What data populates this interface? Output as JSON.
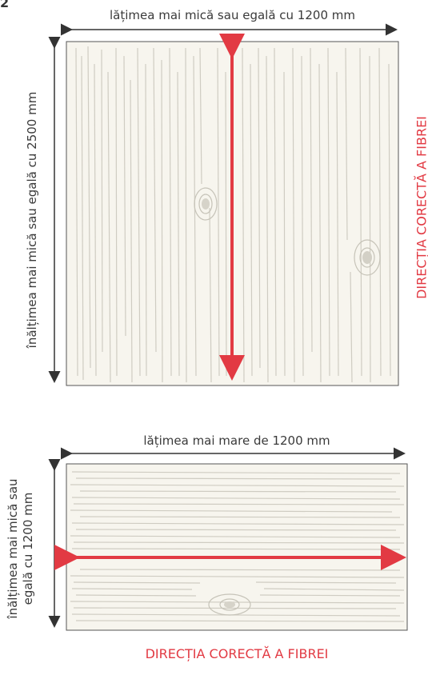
{
  "corner_mark": "2",
  "panel_vertical": {
    "width_label": "lățimea mai mică sau egală cu 1200 mm",
    "height_label": "înălțimea mai mică sau egală cu 2500 mm",
    "grain_label": "DIRECȚIA CORECTĂ A FIBREI"
  },
  "panel_horizontal": {
    "width_label": "lățimea mai mare de 1200 mm",
    "height_label_line1": "înălțimea mai mică sau",
    "height_label_line2": "egală cu 1200 mm",
    "grain_label": "DIRECȚIA CORECTĂ A FIBREI"
  },
  "colors": {
    "accent": "#e23a43",
    "wood": "#f7f5ee",
    "grain": "#c9c6bc",
    "dimension_line": "#333333"
  }
}
